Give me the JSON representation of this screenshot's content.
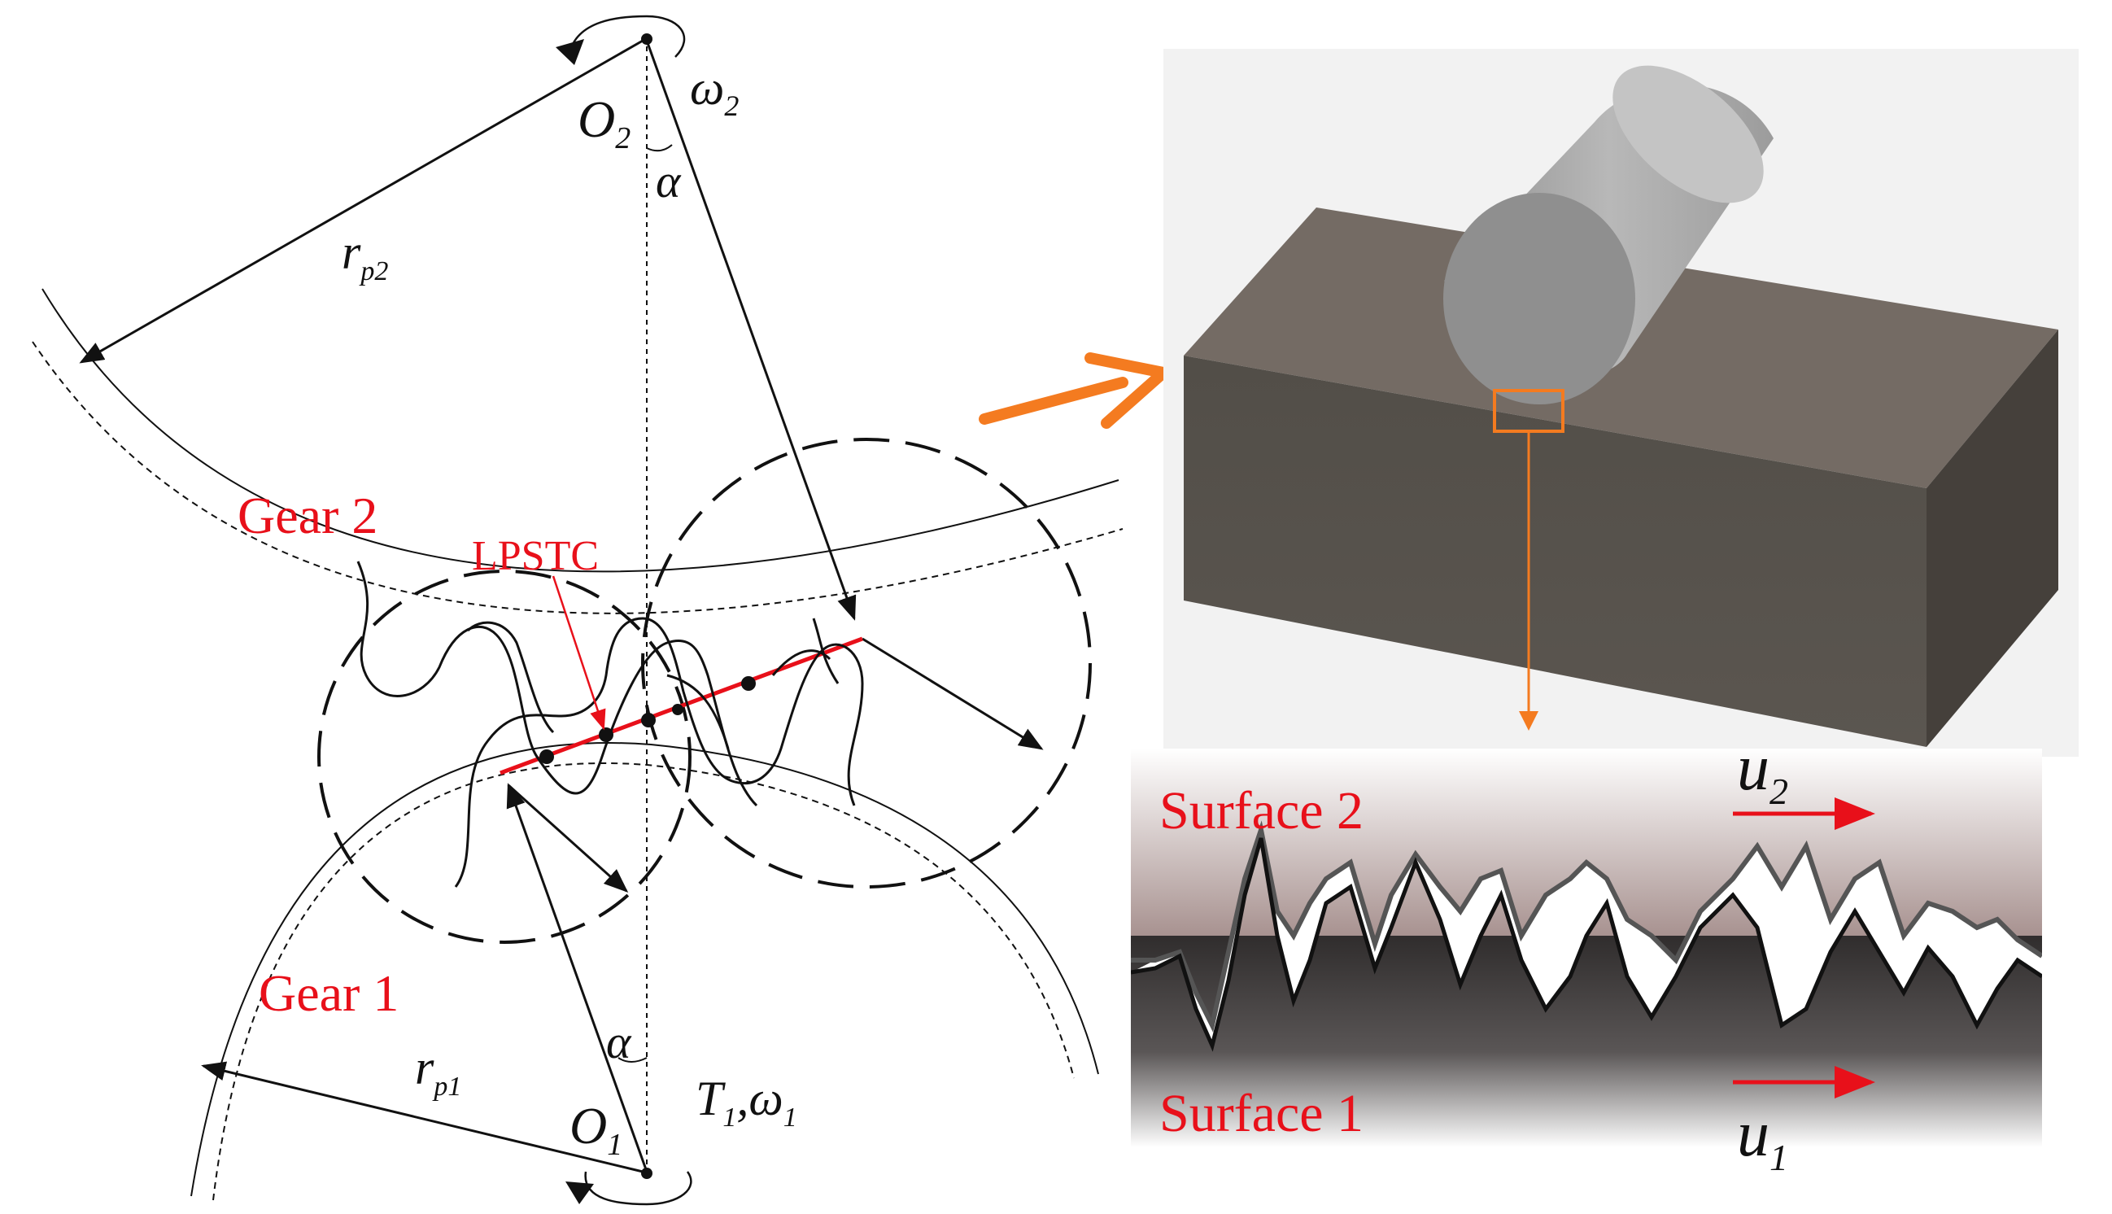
{
  "colors": {
    "red": "#e8101a",
    "orange": "#f47b20",
    "ink": "#111111",
    "surface2_fill": "#a89290",
    "surface1_fill": "#302d2d",
    "block_front": "#555049",
    "block_top": "#746b64",
    "block_side": "#45403b",
    "cylinder": "#9a9a9a"
  },
  "gear_diagram": {
    "gear2_label": "Gear 2",
    "gear1_label": "Gear 1",
    "lpstc_label": "LPSTC",
    "o2_label": {
      "base": "O",
      "sub": "2"
    },
    "o1_label": {
      "base": "O",
      "sub": "1"
    },
    "omega2_label": {
      "base": "ω",
      "sub": "2"
    },
    "alpha_top": "α",
    "alpha_bottom": "α",
    "rp2_label": {
      "base": "r",
      "sub": "p2"
    },
    "rp1_label": {
      "base": "r",
      "sub": "p1"
    },
    "torque_label": {
      "t": "T",
      "t_sub": "1",
      "sep": ",",
      "w": "ω",
      "w_sub": "1"
    }
  },
  "contact_model": {
    "surface2_label": "Surface 2",
    "surface1_label": "Surface 1",
    "u2_label": {
      "base": "u",
      "sub": "2"
    },
    "u1_label": {
      "base": "u",
      "sub": "1"
    }
  },
  "icons": [
    "zoom-arrow-icon",
    "detail-arrow-icon",
    "velocity-arrow-icon"
  ]
}
